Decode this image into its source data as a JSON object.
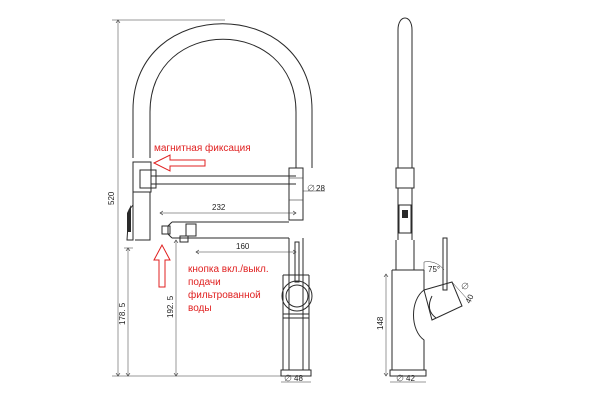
{
  "annotations": {
    "magnetic": "магнитная фиксация",
    "button_l1": "кнопка вкл./выкл.",
    "button_l2": "подачи",
    "button_l3": "фильтрованной",
    "button_l4": "воды"
  },
  "dimensions": {
    "height_total": "520",
    "height_spout": "178. 5",
    "height_filter": "192. 5",
    "length_232": "232",
    "length_160": "160",
    "dia_28": "28",
    "dia_48": "48",
    "height_148": "148",
    "angle_75": "75°",
    "dia_42": "42",
    "dia_40": "40"
  },
  "colors": {
    "annotation": "#e02020",
    "line": "#2a2a2a"
  }
}
